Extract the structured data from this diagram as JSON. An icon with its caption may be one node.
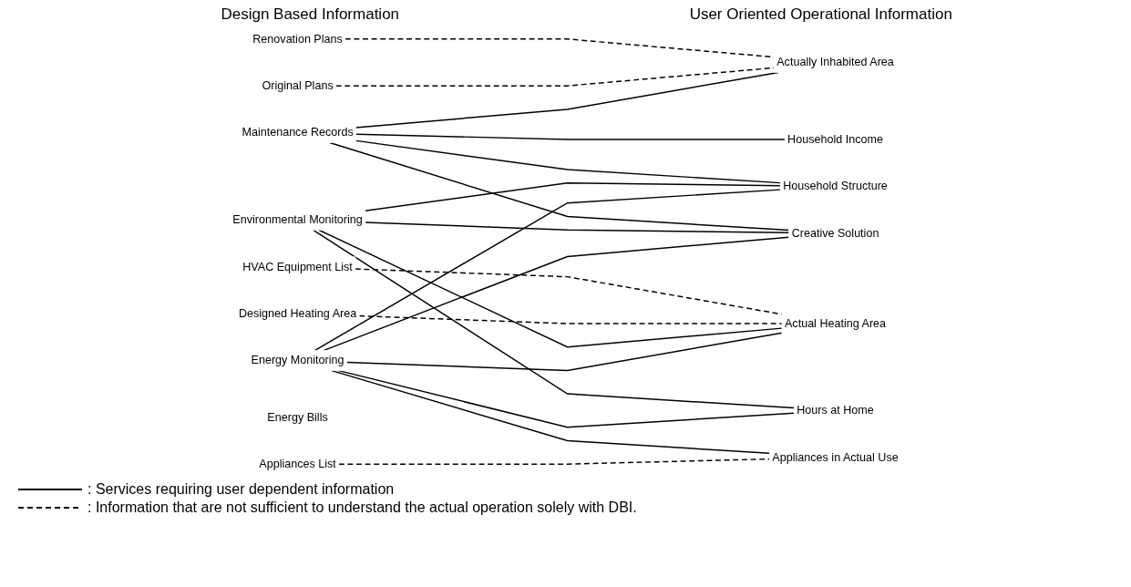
{
  "diagram": {
    "nodes": [
      {
        "text": [
          "Renovation Plans"
        ]
      },
      {
        "text": [
          "Original Plans"
        ]
      },
      {
        "text": [
          "Maintenance Records"
        ]
      },
      {
        "text": [
          "HVAC Equipment List"
        ]
      },
      {
        "text": [
          "Designed Heating Area"
        ]
      },
      {
        "text": [
          "Environmental Monitoring"
        ]
      },
      {
        "text": [
          "Energy Monitoring"
        ]
      },
      {
        "text": [
          "Energy Bills"
        ]
      },
      {
        "text": [
          "Appliances List"
        ]
      },
      {
        "text": [
          "Actually Inhabited Area"
        ]
      },
      {
        "text": [
          "Hours at Home"
        ]
      },
      {
        "text": [
          "Household Income"
        ]
      },
      {
        "text": [
          "Actual Heating Area"
        ]
      },
      {
        "text": [
          "Household Structure"
        ]
      },
      {
        "text": [
          "Creative Solution"
        ]
      },
      {
        "text": [
          "Appliances in Actual Use"
        ]
      }
    ],
    "edges": [
      {
        "from": 0,
        "to": 9,
        "arrow": "none",
        "style": "dashed"
      },
      {
        "from": 1,
        "to": 9,
        "arrow": "none",
        "style": "dashed"
      },
      {
        "from": 2,
        "to": 9,
        "arrow": "none"
      },
      {
        "from": 2,
        "to": 11,
        "arrow": "none"
      },
      {
        "from": 2,
        "to": 13,
        "arrow": "none"
      },
      {
        "from": 2,
        "to": 14,
        "arrow": "none"
      },
      {
        "from": 3,
        "to": 12,
        "arrow": "none",
        "style": "dashed"
      },
      {
        "from": 4,
        "to": 12,
        "arrow": "none",
        "style": "dashed"
      },
      {
        "from": 5,
        "to": 10,
        "arrow": "none"
      },
      {
        "from": 5,
        "to": 12,
        "arrow": "none"
      },
      {
        "from": 5,
        "to": 13,
        "arrow": "none"
      },
      {
        "from": 5,
        "to": 14,
        "arrow": "none"
      },
      {
        "from": 6,
        "to": 10,
        "arrow": "none"
      },
      {
        "from": 6,
        "to": 12,
        "arrow": "none"
      },
      {
        "from": 6,
        "to": 13,
        "arrow": "none"
      },
      {
        "from": 6,
        "to": 14,
        "arrow": "none"
      },
      {
        "from": 6,
        "to": 15,
        "arrow": "none"
      },
      {
        "from": 8,
        "to": 15,
        "arrow": "none",
        "style": "dashed"
      }
    ],
    "labels": [
      "Design Based Information",
      "User Oriented Operational Information"
    ],
    "legend": [
      {
        "text": ": Services requiring user dependent information"
      },
      {
        "text": ": Information that are not sufficient to understand the actual operation solely with DBI."
      }
    ]
  }
}
